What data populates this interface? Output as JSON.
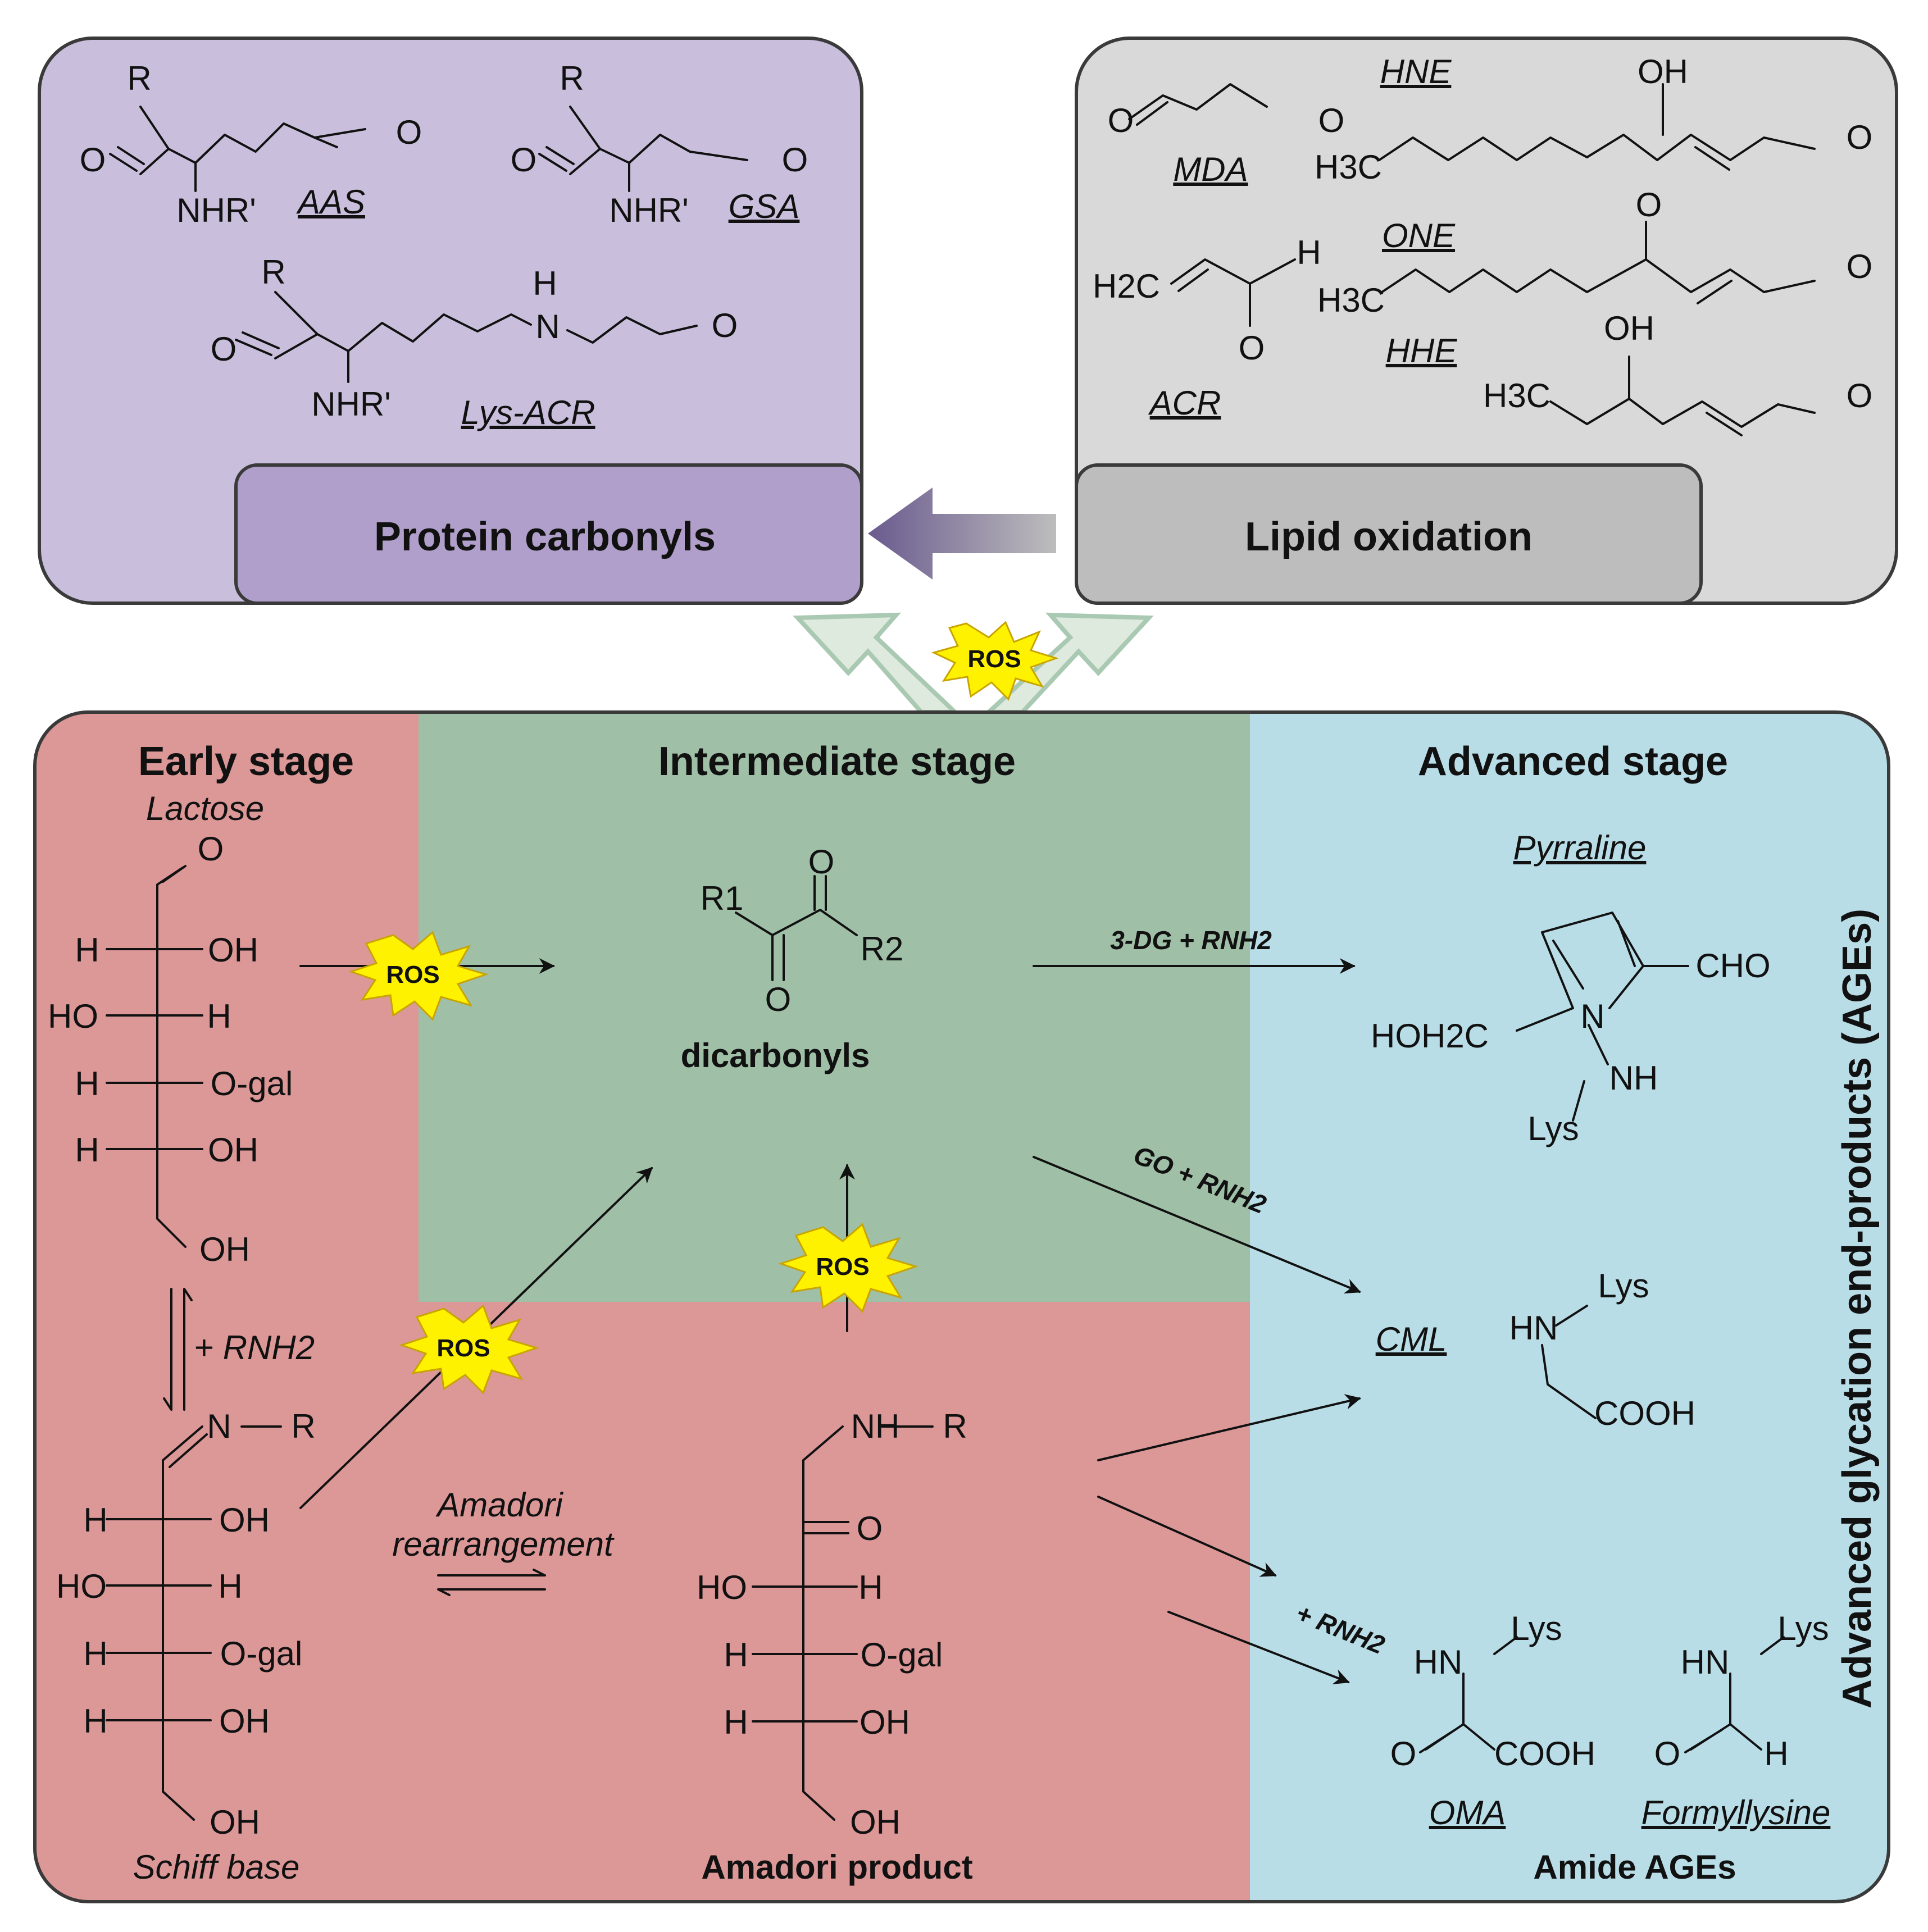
{
  "colors": {
    "protein_panel": "#c9bfdc",
    "protein_label_box": "#b09fca",
    "lipid_panel": "#d9d9d9",
    "lipid_label_box": "#bdbdbd",
    "early_stage": "#dc9797",
    "intermediate_stage": "#9fbfa7",
    "advanced_stage": "#b9dde7",
    "ros_burst": "#fff200",
    "outline": "#3a3a3a"
  },
  "protein_carbonyls": {
    "label": "Protein carbonyls",
    "molecules": {
      "aas": {
        "name": "AAS",
        "r": "R",
        "o1": "O",
        "o2": "O",
        "nhr": "NHR'"
      },
      "gsa": {
        "name": "GSA",
        "r": "R",
        "o1": "O",
        "o2": "O",
        "nhr": "NHR'"
      },
      "lys_acr": {
        "name": "Lys-ACR",
        "r": "R",
        "o1": "O",
        "o2": "O",
        "nhr": "NHR'",
        "h": "H",
        "n": "N"
      }
    }
  },
  "lipid_oxidation": {
    "label": "Lipid oxidation",
    "molecules": {
      "mda": {
        "name": "MDA",
        "o1": "O",
        "o2": "O"
      },
      "hne": {
        "name": "HNE",
        "oh": "OH",
        "h3c": "H3C",
        "o": "O"
      },
      "one": {
        "name": "ONE",
        "o_top": "O",
        "h3c": "H3C",
        "o": "O"
      },
      "acr": {
        "name": "ACR",
        "h2c": "H2C",
        "h": "H",
        "o": "O"
      },
      "hhe": {
        "name": "HHE",
        "oh": "OH",
        "h3c": "H3C",
        "o": "O"
      }
    }
  },
  "ros_label": "ROS",
  "stages": {
    "early": {
      "title": "Early stage",
      "lactose": {
        "name": "Lactose",
        "o": "O",
        "rows": [
          [
            "H",
            "OH"
          ],
          [
            "HO",
            "H"
          ],
          [
            "H",
            "O-gal"
          ],
          [
            "H",
            "OH"
          ]
        ],
        "bottom": "OH"
      },
      "schiff_base": {
        "name": "Schiff base",
        "n": "N",
        "r": "R",
        "rows": [
          [
            "H",
            "OH"
          ],
          [
            "HO",
            "H"
          ],
          [
            "H",
            "O-gal"
          ],
          [
            "H",
            "OH"
          ]
        ],
        "bottom": "OH"
      },
      "equilibrium_label": "+ RNH2",
      "amadori_label_line1": "Amadori",
      "amadori_label_line2": "rearrangement",
      "amadori_product": {
        "name": "Amadori product",
        "nh": "NH",
        "r": "R",
        "o": "O",
        "rows": [
          [
            "HO",
            "H"
          ],
          [
            "H",
            "O-gal"
          ],
          [
            "H",
            "OH"
          ]
        ],
        "bottom": "OH"
      }
    },
    "intermediate": {
      "title": "Intermediate stage",
      "dicarbonyls": {
        "name": "dicarbonyls",
        "r1": "R1",
        "r2": "R2",
        "o_top": "O",
        "o_bottom": "O"
      }
    },
    "advanced": {
      "title": "Advanced stage",
      "side_label": "Advanced glycation end-products (AGEs)",
      "pyrraline": {
        "name": "Pyrraline",
        "cho": "CHO",
        "hoh2c": "HOH2C",
        "n": "N",
        "nh": "NH",
        "lys": "Lys"
      },
      "cml": {
        "name": "CML",
        "hn": "HN",
        "lys": "Lys",
        "cooh": "COOH"
      },
      "oma": {
        "name": "OMA",
        "hn": "HN",
        "lys": "Lys",
        "o": "O",
        "cooh": "COOH"
      },
      "formyllysine": {
        "name": "Formyllysine",
        "hn": "HN",
        "lys": "Lys",
        "o": "O",
        "h": "H"
      },
      "amide_ages_label": "Amide AGEs"
    }
  },
  "arrow_labels": {
    "to_pyrraline": "3-DG + RNH2",
    "to_cml": "GO + RNH2",
    "to_amide": "+ RNH2"
  }
}
